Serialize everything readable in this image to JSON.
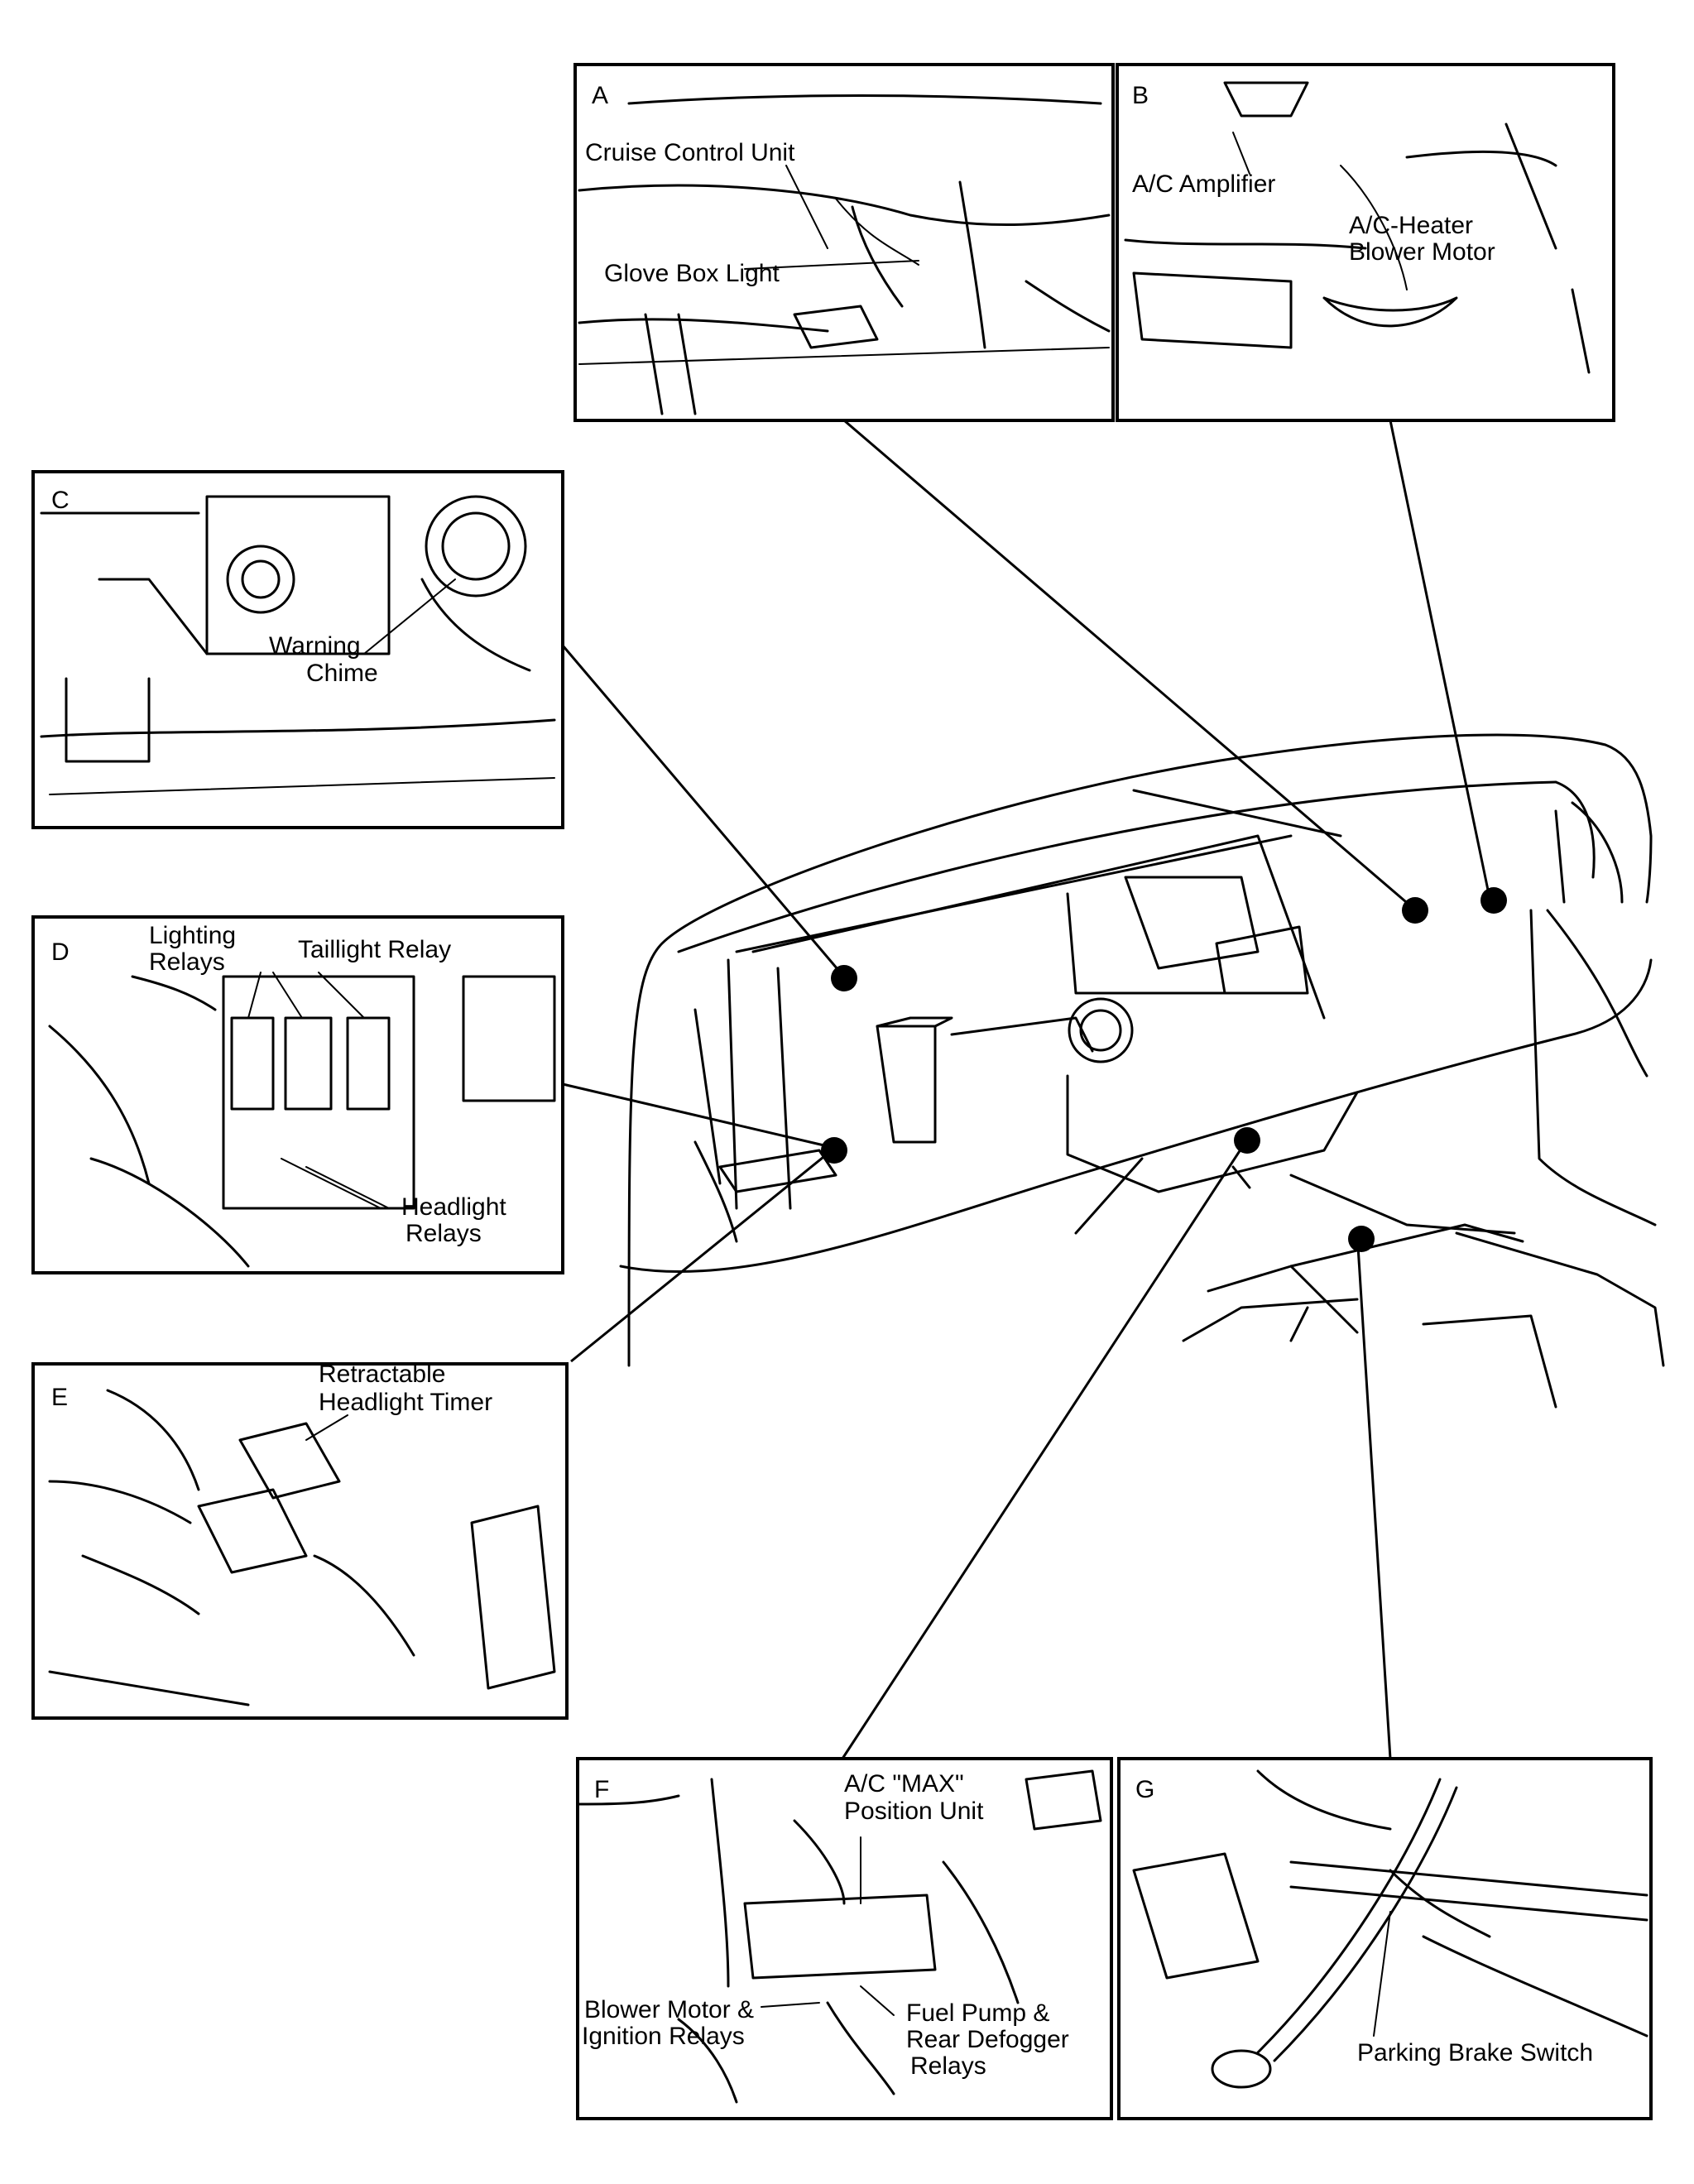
{
  "panels": {
    "A": {
      "letter": "A",
      "labels": [
        "Cruise Control Unit",
        "Glove Box Light"
      ]
    },
    "B": {
      "letter": "B",
      "labels": [
        "A/C Amplifier",
        "A/C-Heater",
        "Blower Motor"
      ]
    },
    "C": {
      "letter": "C",
      "labels": [
        "Warning",
        "Chime"
      ]
    },
    "D": {
      "letter": "D",
      "labels": [
        "Lighting",
        "Relays",
        "Taillight Relay",
        "Headlight",
        "Relays"
      ]
    },
    "E": {
      "letter": "E",
      "labels": [
        "Retractable",
        "Headlight Timer"
      ]
    },
    "F": {
      "letter": "F",
      "labels": [
        "A/C \"MAX\"",
        "Position Unit",
        "Blower Motor &",
        "Ignition Relays",
        "Fuel Pump &",
        "Rear Defogger",
        "Relays"
      ]
    },
    "G": {
      "letter": "G",
      "labels": [
        "Parking Brake Switch"
      ]
    }
  }
}
